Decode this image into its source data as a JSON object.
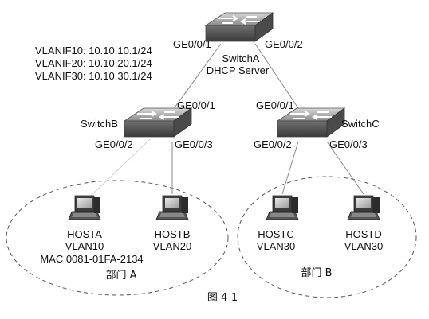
{
  "switch_a": {
    "name": "SwitchA",
    "role": "DHCP Server",
    "port_left": "GE0/0/1",
    "port_right": "GE0/0/2",
    "vlanifs": [
      "VLANIF10: 10.10.10.1/24",
      "VLANIF20: 10.10.20.1/24",
      "VLANIF30: 10.10.30.1/24"
    ]
  },
  "switch_b": {
    "name": "SwitchB",
    "port_up": "GE0/0/1",
    "port_left": "GE0/0/2",
    "port_right": "GE0/0/3"
  },
  "switch_c": {
    "name": "SwitchC",
    "port_up": "GE0/0/1",
    "port_left": "GE0/0/2",
    "port_right": "GE0/0/3"
  },
  "hosts": {
    "a": {
      "name": "HOSTA",
      "vlan": "VLAN10",
      "mac": "MAC 0081-01FA-2134"
    },
    "b": {
      "name": "HOSTB",
      "vlan": "VLAN20"
    },
    "c": {
      "name": "HOSTC",
      "vlan": "VLAN30"
    },
    "d": {
      "name": "HOSTD",
      "vlan": "VLAN30"
    }
  },
  "departments": {
    "a": "部门 A",
    "b": "部门 B"
  },
  "caption": "图 4-1"
}
